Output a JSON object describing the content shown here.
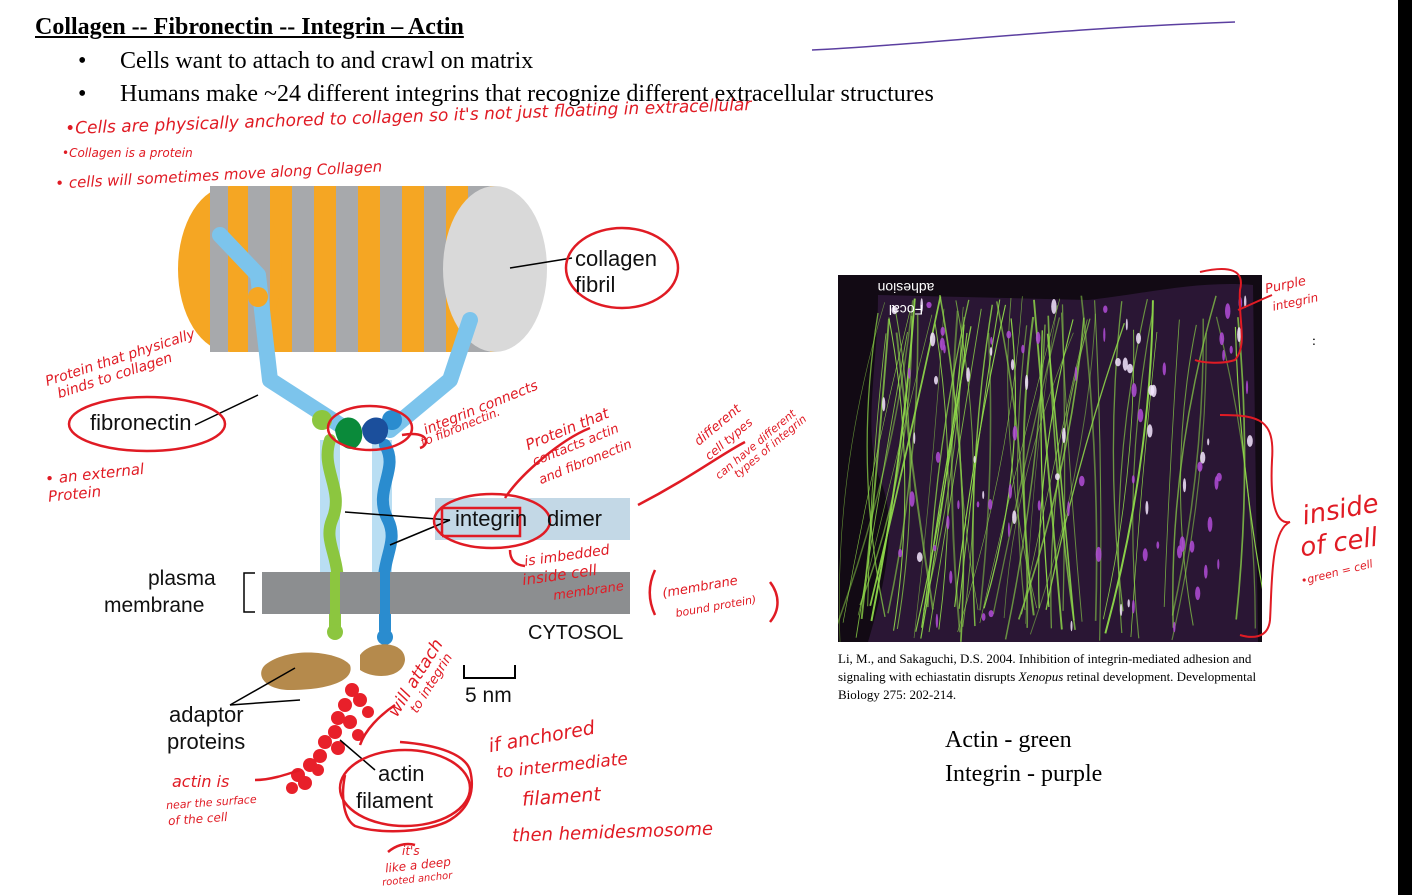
{
  "slide": {
    "title": "Collagen -- Fibronectin -- Integrin – Actin",
    "bullets": [
      "Cells want to attach to and crawl on matrix",
      "Humans make ~24 different integrins that recognize different extracellular structures"
    ],
    "bullet_glyph": "•"
  },
  "diagram": {
    "labels": {
      "collagen": "collagen",
      "fibril": "fibril",
      "fibronectin": "fibronectin",
      "integrin": "integrin",
      "dimer": "dimer",
      "plasma": "plasma",
      "membrane": "membrane",
      "cytosol": "CYTOSOL",
      "scale": "5 nm",
      "adaptor": "adaptor",
      "proteins": "proteins",
      "actin": "actin",
      "filament": "filament"
    },
    "colors": {
      "collagen_orange": "#f5a623",
      "collagen_gray": "#a7a9ac",
      "fibronectin_blue": "#7cc4ec",
      "integrin_green": "#8cc63f",
      "integrin_blue": "#2a8ccf",
      "integrin_dark_green": "#0a8a3a",
      "integrin_dark_blue": "#1b4f9c",
      "membrane_gray": "#8c8e90",
      "adaptor_brown": "#b58a4c",
      "actin_red": "#e8202a",
      "dimer_box": "#c3d8e6",
      "annotation_red": "#e01b24"
    }
  },
  "annotations": {
    "top_line": "•Cells are physically anchored to collagen so it's not just floating in extracellular",
    "collagen_protein": "•Collagen is a protein",
    "cells_move": "• cells will sometimes move along Collagen",
    "fib_binds_1": "Protein that physically",
    "fib_binds_2": "binds to collagen",
    "external_1": "• an external",
    "external_2": "Protein",
    "integrin_connects_1": "integrin connects",
    "integrin_connects_2": "to fibronectin.",
    "contacts_1": "Protein that",
    "contacts_2": "contacts actin",
    "contacts_3": "and fibronectin",
    "diff_types_1": "different",
    "diff_types_2": "cell types",
    "diff_types_3": "can have different",
    "diff_types_4": "types of integrin",
    "imbedded_1": "is imbedded",
    "imbedded_2": "inside cell",
    "imbedded_3": "membrane",
    "membrane_bound_1": "(membrane",
    "membrane_bound_2": "bound protein)",
    "will_attach_1": "will attach",
    "will_attach_2": "to integrin",
    "actin_near_1": "actin is",
    "actin_near_2": "near the surface",
    "actin_near_3": "of the cell",
    "if_anchored_1": "if anchored",
    "if_anchored_2": "to intermediate",
    "if_anchored_3": "filament",
    "if_anchored_4": "then hemidesmosome",
    "deep_anchor_1": "it's",
    "deep_anchor_2": "like a deep",
    "deep_anchor_3": "rooted anchor",
    "purple_integrin_1": "Purple",
    "purple_integrin_2": "integrin",
    "inside_cell_1": "inside",
    "inside_cell_2": "of cell",
    "green_cell": "•green = cell"
  },
  "photo": {
    "label_line1": "Focal",
    "label_line2": "adhesion",
    "colors": {
      "actin": "#8fd94a",
      "integrin": "#b24cd8",
      "background": "#120a14"
    }
  },
  "caption": {
    "text_before": "Li, M., and Sakaguchi, D.S. 2004. Inhibition of integrin-mediated adhesion and signaling with echiastatin disrupts ",
    "italic": "Xenopus",
    "text_after": " retinal development. Developmental Biology 275: 202-214."
  },
  "legend": {
    "actin": "Actin - green",
    "integrin": "Integrin - purple"
  },
  "stray_mark": ":"
}
